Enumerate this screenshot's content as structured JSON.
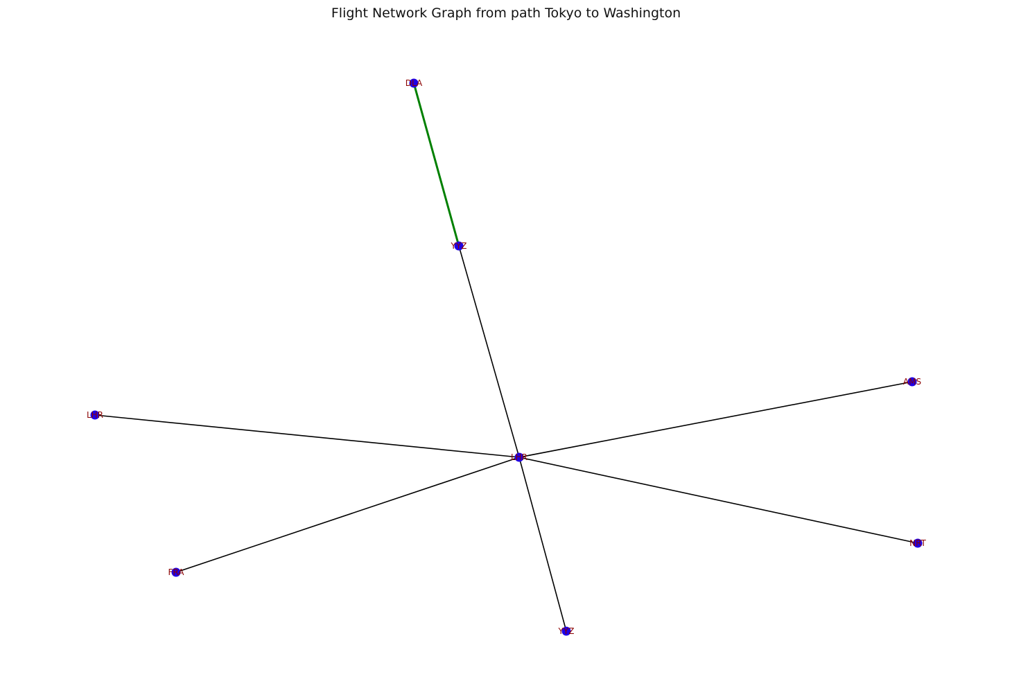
{
  "title": "Flight Network Graph from path Tokyo to Washington",
  "colors": {
    "node_fill": "#1f00e6",
    "label": "#8b0000",
    "edge": "#000000",
    "path_edge": "#008000"
  },
  "nodes": [
    {
      "id": "n_dla",
      "label": "DLA"
    },
    {
      "id": "n_yyz_top",
      "label": "YYZ"
    },
    {
      "id": "n_hub",
      "label": "LHR"
    },
    {
      "id": "n_ams",
      "label": "AMS"
    },
    {
      "id": "n_lhr_left",
      "label": "LHR"
    },
    {
      "id": "n_fra",
      "label": "FRA"
    },
    {
      "id": "n_yyz_bottom",
      "label": "YYZ"
    },
    {
      "id": "n_nrt",
      "label": "NRT"
    }
  ],
  "edges": [
    {
      "source": "n_dla",
      "target": "n_yyz_top",
      "on_path": true
    },
    {
      "source": "n_yyz_top",
      "target": "n_hub",
      "on_path": false
    },
    {
      "source": "n_hub",
      "target": "n_ams",
      "on_path": false
    },
    {
      "source": "n_hub",
      "target": "n_lhr_left",
      "on_path": false
    },
    {
      "source": "n_hub",
      "target": "n_fra",
      "on_path": false
    },
    {
      "source": "n_hub",
      "target": "n_yyz_bottom",
      "on_path": false
    },
    {
      "source": "n_hub",
      "target": "n_nrt",
      "on_path": false
    }
  ]
}
